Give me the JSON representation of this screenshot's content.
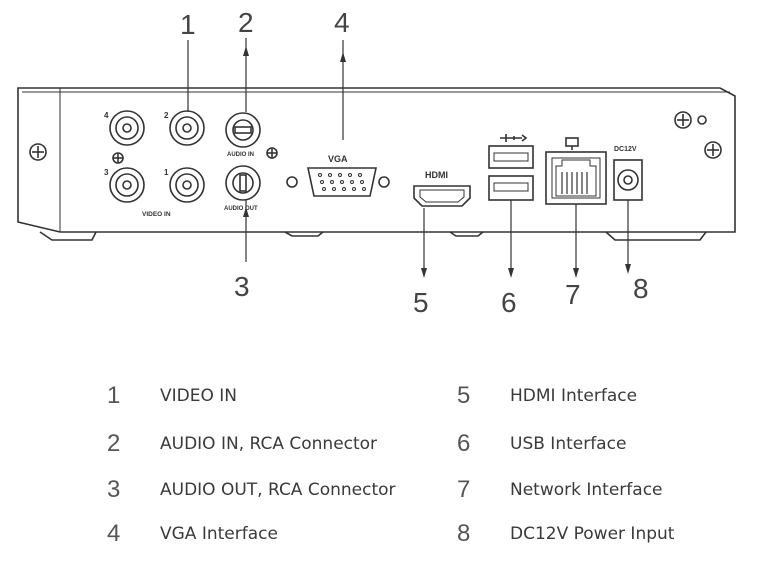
{
  "callouts": [
    {
      "num": "1"
    },
    {
      "num": "2"
    },
    {
      "num": "3"
    },
    {
      "num": "4"
    },
    {
      "num": "5"
    },
    {
      "num": "6"
    },
    {
      "num": "7"
    },
    {
      "num": "8"
    }
  ],
  "panel_labels": {
    "video_in": "VIDEO IN",
    "audio_in": "AUDIO IN",
    "audio_out": "AUDIO OUT",
    "vga": "VGA",
    "hdmi": "HDMI",
    "dc": "DC12V",
    "ch1": "1",
    "ch2": "2",
    "ch3": "3",
    "ch4": "4"
  },
  "legend": [
    {
      "num": "1",
      "label": "VIDEO IN"
    },
    {
      "num": "2",
      "label": "AUDIO IN, RCA Connector"
    },
    {
      "num": "3",
      "label": "AUDIO OUT, RCA Connector"
    },
    {
      "num": "4",
      "label": "VGA Interface"
    },
    {
      "num": "5",
      "label": "HDMI Interface"
    },
    {
      "num": "6",
      "label": "USB Interface"
    },
    {
      "num": "7",
      "label": "Network Interface"
    },
    {
      "num": "8",
      "label": "DC12V Power Input"
    }
  ],
  "colors": {
    "line": "#333333",
    "panel": "#ffffff"
  }
}
